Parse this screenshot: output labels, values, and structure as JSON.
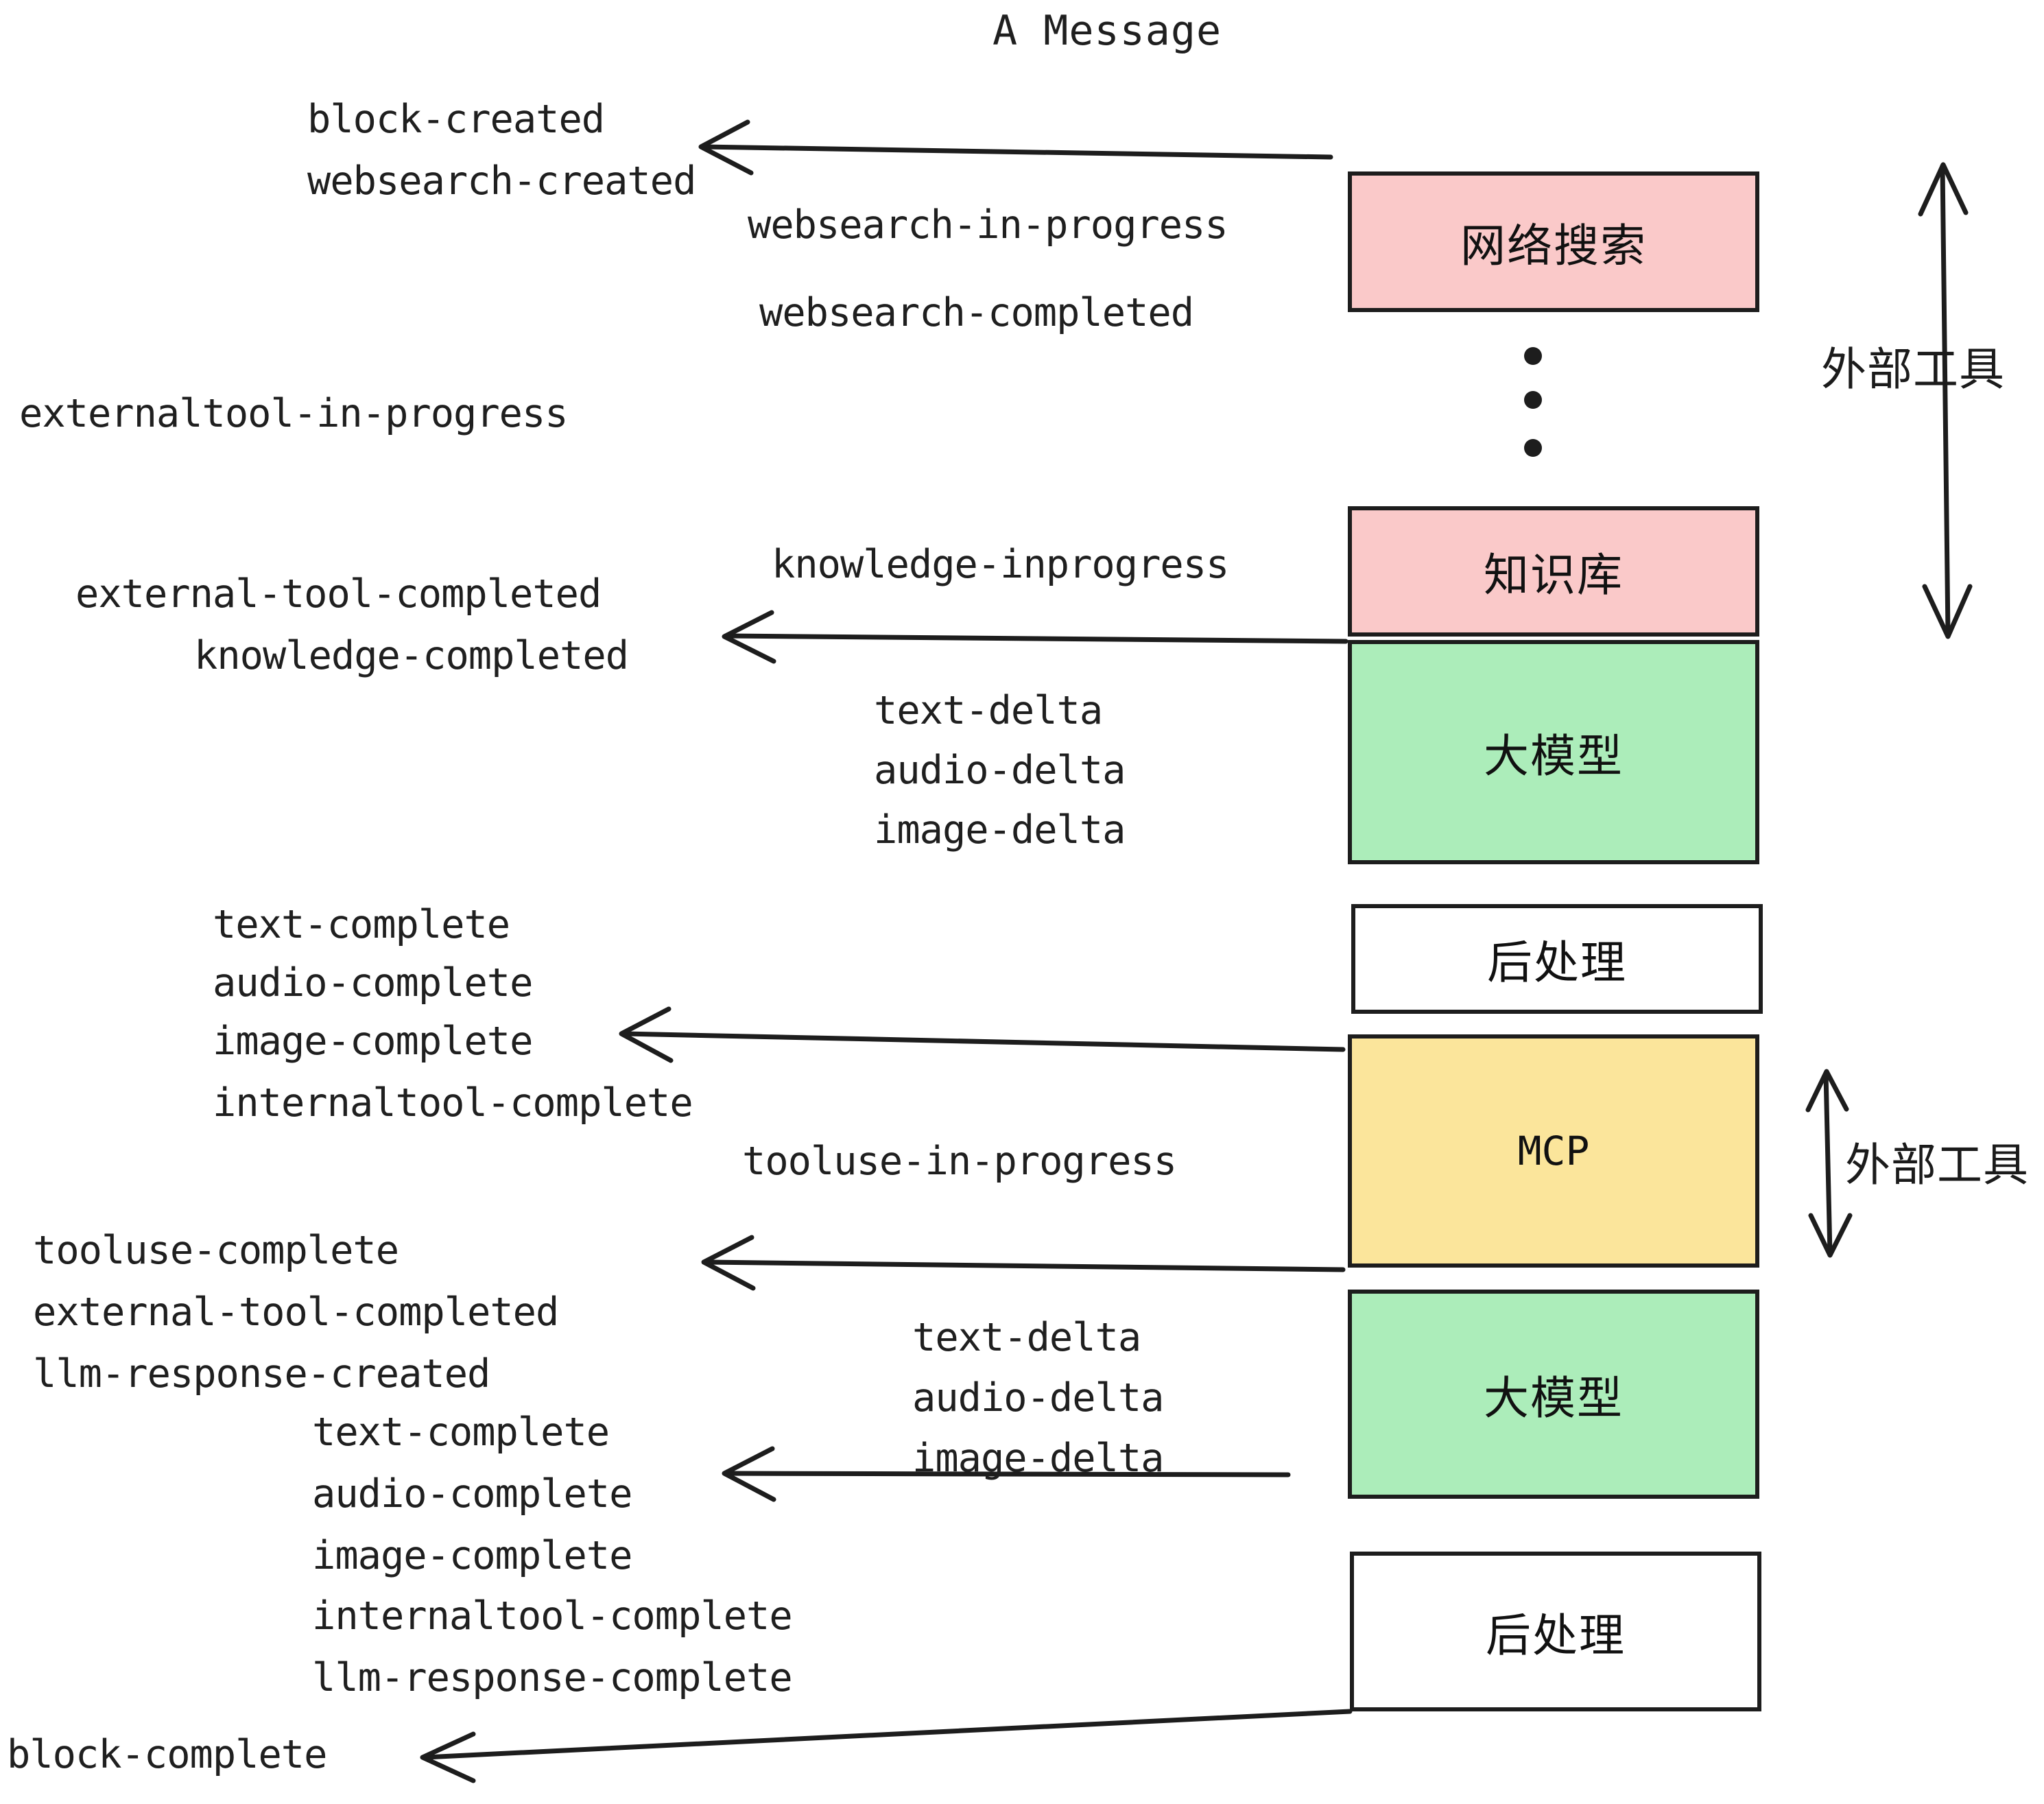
{
  "title": "A Message",
  "colors": {
    "pink": "#FAC9C9",
    "green": "#ACEDBA",
    "yellow": "#FBE59B",
    "white": "#FFFFFF",
    "stroke": "#1D1D1D",
    "text": "#1F1F1F",
    "background": "#FFFFFF"
  },
  "boxes": [
    {
      "label": "网络搜索",
      "fill": "pink"
    },
    {
      "label": "知识库",
      "fill": "pink"
    },
    {
      "label": "大模型",
      "fill": "green"
    },
    {
      "label": "后处理",
      "fill": "white"
    },
    {
      "label": "MCP",
      "fill": "yellow"
    },
    {
      "label": "大模型",
      "fill": "green"
    },
    {
      "label": "后处理",
      "fill": "white"
    }
  ],
  "side_labels": [
    {
      "text": "外部工具"
    },
    {
      "text": "外部工具"
    }
  ],
  "events": {
    "block_created": "block-created",
    "websearch_created": "websearch-created",
    "websearch_in_progress": "websearch-in-progress",
    "websearch_completed": "websearch-completed",
    "externaltool_in_progress": "externaltool-in-progress",
    "knowledge_inprogress": "knowledge-inprogress",
    "external_tool_completed_1": "external-tool-completed",
    "knowledge_completed": "knowledge-completed",
    "text_delta_1": "text-delta",
    "audio_delta_1": "audio-delta",
    "image_delta_1": "image-delta",
    "text_complete_1": "text-complete",
    "audio_complete_1": "audio-complete",
    "image_complete_1": "image-complete",
    "internaltool_complete_1": "internaltool-complete",
    "tooluse_in_progress": "tooluse-in-progress",
    "tooluse_complete": "tooluse-complete",
    "external_tool_completed_2": "external-tool-completed",
    "llm_response_created": "llm-response-created",
    "text_delta_2": "text-delta",
    "audio_delta_2": "audio-delta",
    "image_delta_2": "image-delta",
    "text_complete_2": "text-complete",
    "audio_complete_2": "audio-complete",
    "image_complete_2": "image-complete",
    "internaltool_complete_2": "internaltool-complete",
    "llm_response_complete": "llm-response-complete",
    "block_complete": "block-complete"
  }
}
